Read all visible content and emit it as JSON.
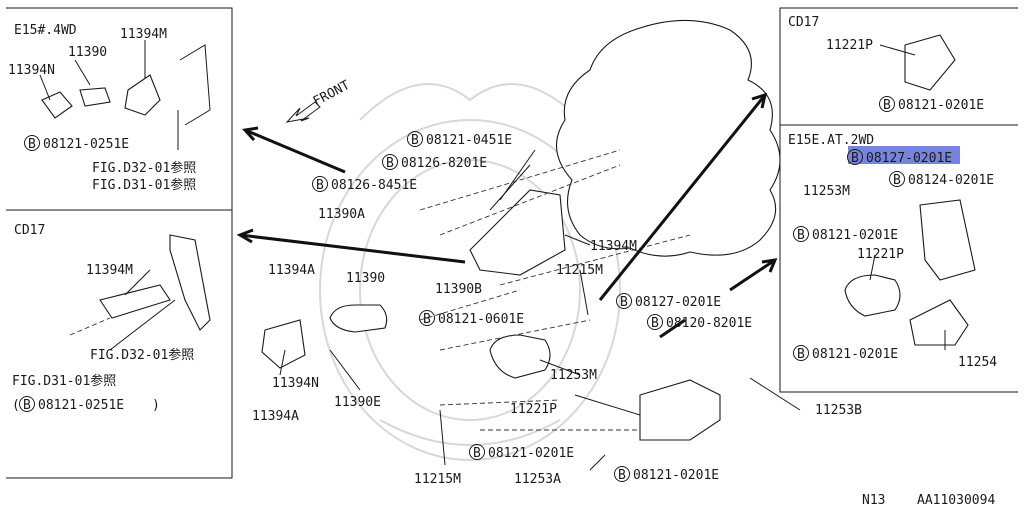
{
  "labels": {
    "e15_title": "E15#.4WD",
    "p_11390": "11390",
    "p_11394M_a": "11394M",
    "p_11394N_a": "11394N",
    "ref_0251_a": "08121-0251E",
    "fig_d32_a": "FIG.D32-01参照",
    "fig_d31_a": "FIG.D31-01参照",
    "front": "FRONT",
    "ref_0451": "08121-0451E",
    "ref_8201": "08126-8201E",
    "ref_8451": "08126-8451E",
    "p_11390A": "11390A",
    "p_11394M_main": "11394M",
    "p_11215M_a": "11215M",
    "p_11390B": "11390B",
    "cd17_mid_title": "CD17",
    "p_11394M_b": "11394M",
    "p_11394A_a": "11394A",
    "p_11390_b": "11390",
    "fig_d32_b": "FIG.D32-01参照",
    "fig_d31_b": "FIG.D31-01参照",
    "ref_0251_b": "08121-0251E",
    "p_11394N_b": "11394N",
    "p_11390E": "11390E",
    "p_11394A_b": "11394A",
    "ref_0601": "08121-0601E",
    "ref_0201_a": "08127-0201E",
    "ref_8201_b": "08120-8201E",
    "p_11253M_a": "11253M",
    "p_11221P_a": "11221P",
    "p_11253B": "11253B",
    "ref_0201_b": "08121-0201E",
    "ref_0201_c": "08121-0201E",
    "p_11215M_b": "11215M",
    "p_11253A": "11253A",
    "cd17_top_title": "CD17",
    "p_11221P_b": "11221P",
    "ref_0201_d": "08121-0201E",
    "e15e_title": "E15E.AT.2WD",
    "ref_08127_hl": "08127-0201E",
    "p_11253M_b": "11253M",
    "ref_08124": "08124-0201E",
    "ref_0201_e": "08121-0201E",
    "p_11221P_c": "11221P",
    "ref_0201_f": "08121-0201E",
    "p_11254": "11254",
    "footer_n13": "N13",
    "footer_code": "AA11030094",
    "circled_b": "B",
    "open_paren": "(",
    "close_paren": ")"
  },
  "colors": {
    "highlight": "#5f6fd6",
    "line": "#1a1a1a"
  }
}
